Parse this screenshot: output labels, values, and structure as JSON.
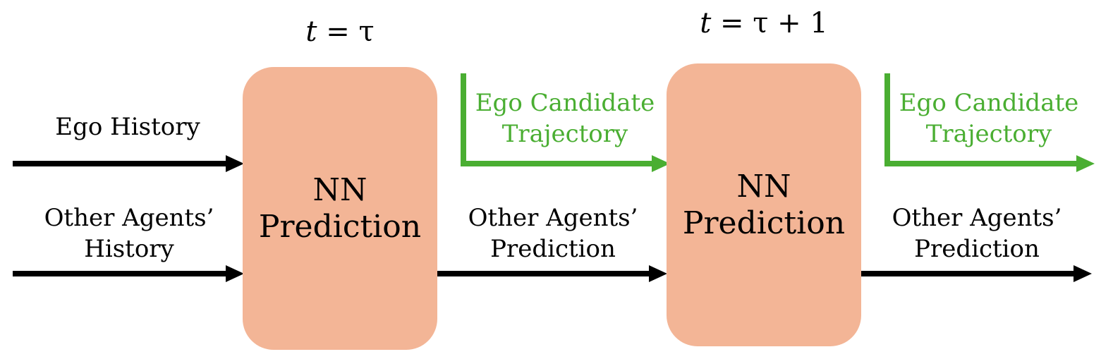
{
  "steps": [
    {
      "time_var": "t",
      "time_eq": "=",
      "time_val": "τ",
      "block_line1": "NN",
      "block_line2": "Prediction"
    },
    {
      "time_var": "t",
      "time_eq": "=",
      "time_val": "τ + 1",
      "block_line1": "NN",
      "block_line2": "Prediction"
    }
  ],
  "inputs": {
    "ego_history": "Ego History",
    "other_history_line1": "Other Agents’",
    "other_history_line2": "History"
  },
  "outputs": [
    {
      "ego_line1": "Ego Candidate",
      "ego_line2": "Trajectory",
      "other_line1": "Other Agents’",
      "other_line2": "Prediction"
    },
    {
      "ego_line1": "Ego Candidate",
      "ego_line2": "Trajectory",
      "other_line1": "Other Agents’",
      "other_line2": "Prediction"
    }
  ],
  "colors": {
    "block_fill": "#f3b596",
    "ego_arrow": "#4aae32",
    "other_arrow": "#000000"
  }
}
